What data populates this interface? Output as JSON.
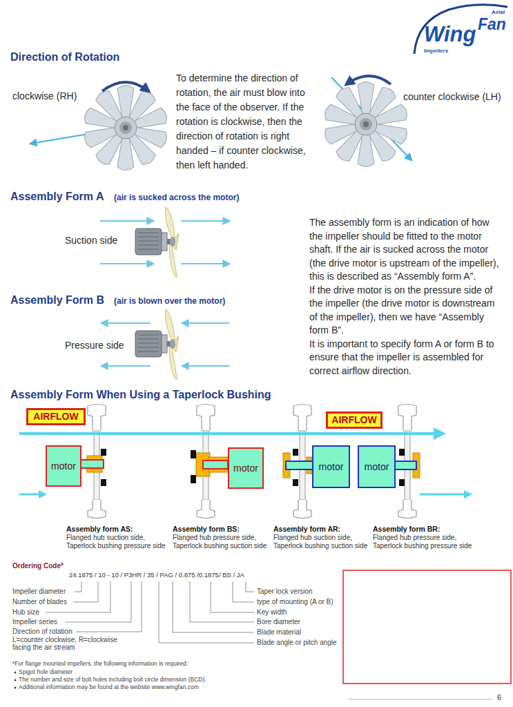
{
  "diagram": {
    "nodes": [
      {
        "text": [
          "AIRFLOW"
        ]
      },
      {
        "text": [
          "AIRFLOW"
        ]
      },
      {
        "text": [
          "motor"
        ]
      },
      {
        "text": [
          "motor"
        ]
      },
      {
        "text": [
          "motor"
        ]
      },
      {
        "text": [
          "motor"
        ]
      }
    ],
    "labels": [
      "Wing",
      "Fan",
      "Axial",
      "Impellers",
      "Direction of Rotation",
      "clockwise (RH)",
      "To determine the direction of rotation, the air must blow into the face of the observer. If the rotation is clockwise, then the direction of rotation is right handed – if counter clockwise, then left handed.",
      "counter clockwise (LH)",
      "Assembly Form A",
      "(air is sucked across the motor)",
      "Suction side",
      "The assembly form is an indication of how the impeller should be fitted to the motor shaft. If the air is sucked across the motor (the drive motor is upstream of the impeller), this is described as “Assembly form A”.",
      "If the drive motor is on the pressure side of the impeller (the drive motor is downstream of the impeller), then we have “Assembly form B”.",
      "It is important to specify form A or form B to ensure that the impeller is assembled for correct airflow direction.",
      "Assembly Form B",
      "(air is blown over the motor)",
      "Pressure side",
      "Assembly Form When Using a Taperlock Bushing",
      "Assembly form AS:",
      "Flanged hub suction side, Taperlock bushing pressure side",
      "Assembly form BS:",
      "Flanged hub pressure side, Taperlock bushing suction side",
      "Assembly form AR:",
      "Flanged hub suction side, Taperlock bushing suction side",
      "Assembly form BR:",
      "Flanged hub pressure side, Taperlock bushing pressure side",
      "Ordering Code*",
      "24.1875 / 10 - 10 / P3HR / 35 / PAG / 0.875 /0.1875/ BS / JA",
      "Impeller diameter",
      "Number of blades",
      "Hub size",
      "Impeller series",
      "Direction of rotation",
      "L=counter clockwise, R=clockwise facing the air stream",
      "Taper lock version",
      "type of mounting (A or B)",
      "Key width",
      "Bore diameter",
      "Blade material",
      "Blade angle or pitch angle",
      "*For flange mounted impellers, the following information is required:",
      "Spigot hole diameter",
      "The number and size of bolt holes including bolt circle dimension (BCD).",
      "Additional information may be found at the website www.wingfan.com",
      "6"
    ]
  }
}
